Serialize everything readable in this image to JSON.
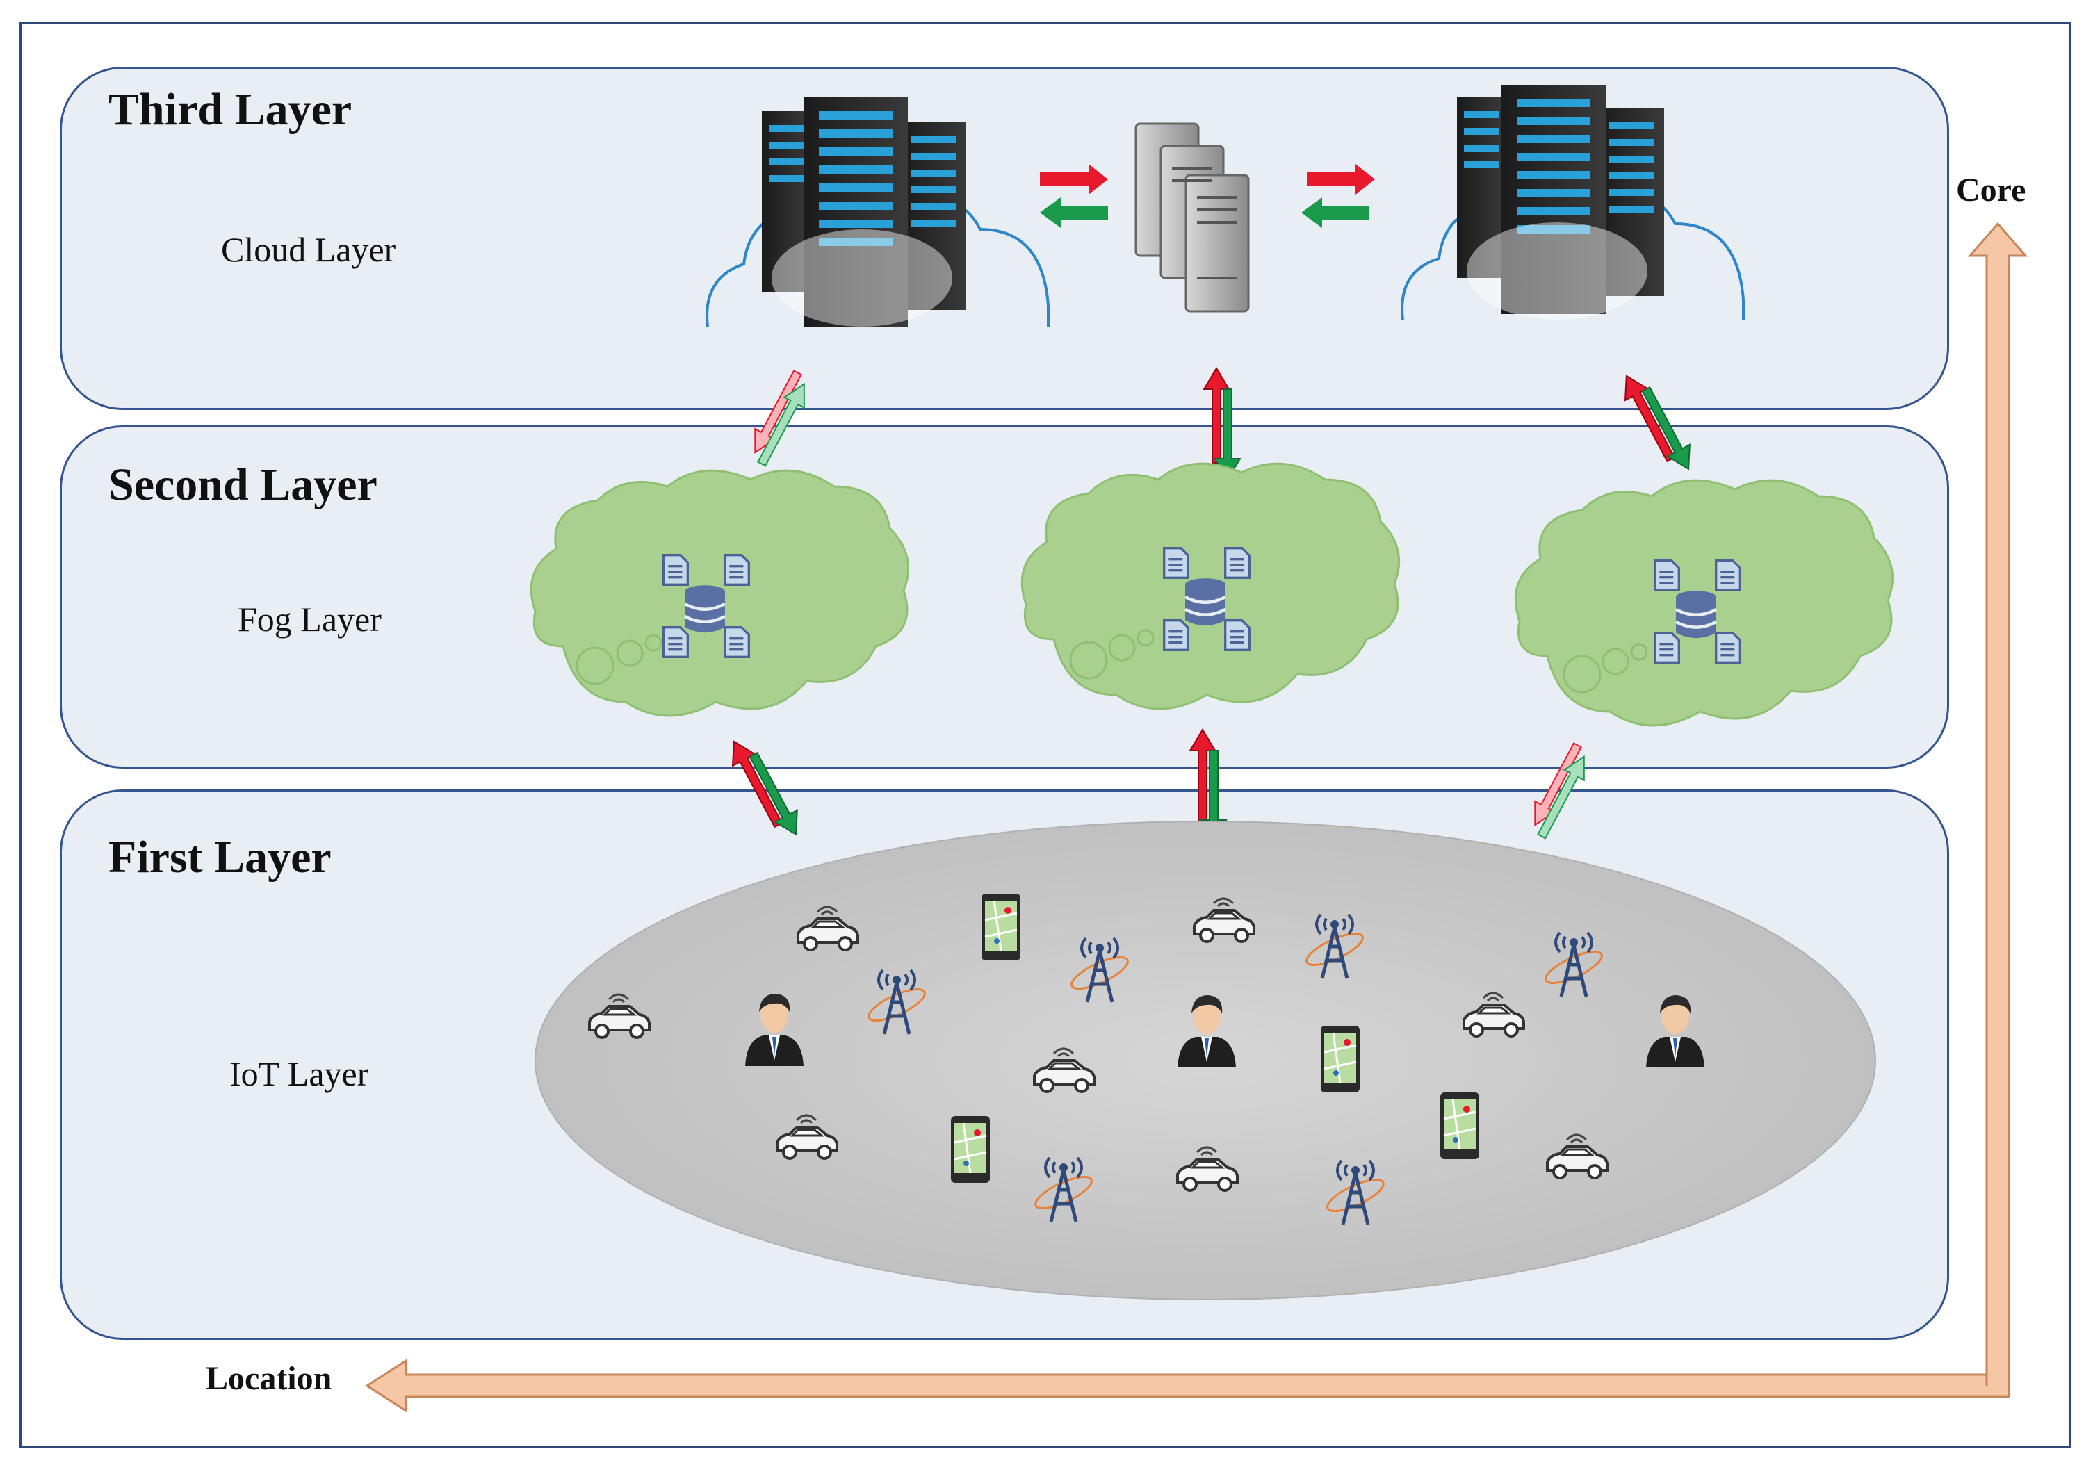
{
  "layers": [
    {
      "id": "third",
      "title": "Third Layer",
      "subtitle": "Cloud Layer"
    },
    {
      "id": "second",
      "title": "Second Layer",
      "subtitle": "Fog Layer"
    },
    {
      "id": "first",
      "title": "First Layer",
      "subtitle": "IoT Layer"
    }
  ],
  "axes": {
    "vertical_label": "Core",
    "horizontal_label": "Location"
  },
  "icons": {
    "cloud_datacenter": "server-rack-cloud-icon",
    "server_cluster": "server-cluster-icon",
    "fog_node": "fog-cloud-database-icon",
    "car": "connected-car-icon",
    "tower": "cell-tower-icon",
    "phone": "smartphone-map-icon",
    "person": "user-icon"
  },
  "colors": {
    "frame": "#2f4a7a",
    "layer_fill": "#e9eef5",
    "layer_border": "#34558f",
    "fog_cloud": "#a9d08e",
    "iot_area": "#c8c8c8",
    "arrow_red": "#e8192c",
    "arrow_green": "#1a9b4b",
    "axis_arrow": "#f6c7a6"
  }
}
